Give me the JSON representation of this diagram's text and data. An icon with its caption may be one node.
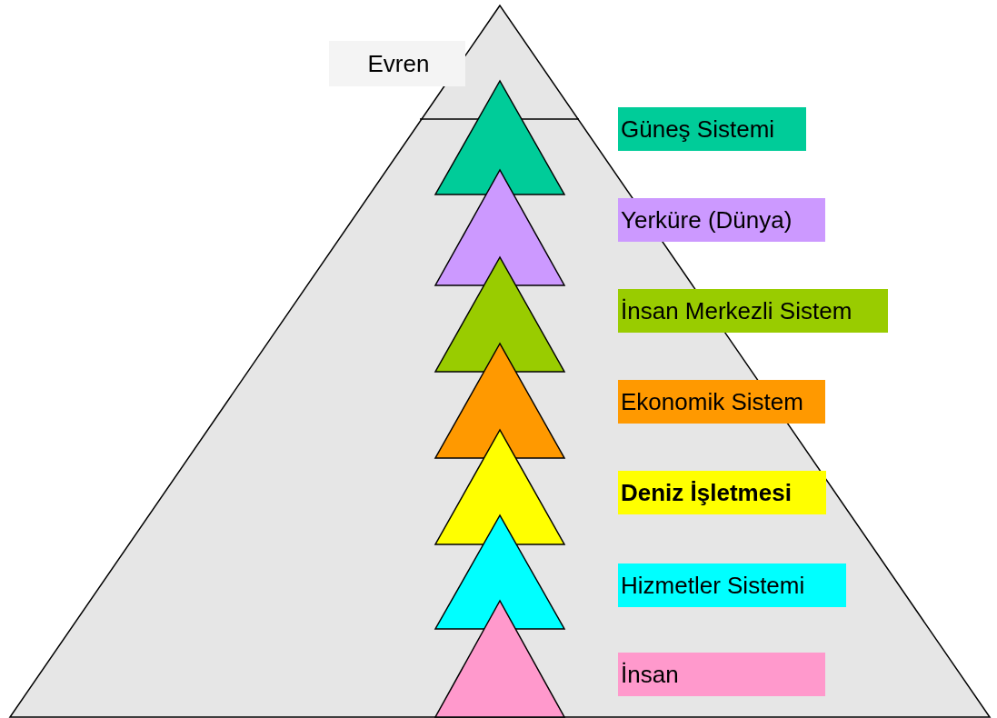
{
  "diagram": {
    "nodes": [
      {
        "text": [
          "Evren"
        ]
      },
      {
        "text": [],
        "shape": "triangle",
        "in": 0
      },
      {
        "text": [
          "Güneş Sistemi"
        ],
        "in": 0
      },
      {
        "text": [],
        "shape": "triangle",
        "in": 0
      },
      {
        "text": [
          "Yerküre (Dünya)"
        ],
        "in": 0
      },
      {
        "text": [],
        "shape": "triangle",
        "in": 0
      },
      {
        "text": [
          "İnsan Merkezli Sistem"
        ],
        "in": 0
      },
      {
        "text": [],
        "shape": "triangle",
        "in": 0
      },
      {
        "text": [
          "Ekonomik Sistem"
        ],
        "in": 0
      },
      {
        "text": [],
        "shape": "triangle",
        "in": 0
      },
      {
        "text": [
          "Deniz İşletmesi"
        ],
        "in": 0
      },
      {
        "text": [],
        "shape": "triangle",
        "in": 0
      },
      {
        "text": [
          "Hizmetler Sistemi"
        ],
        "in": 0
      },
      {
        "text": [],
        "shape": "triangle",
        "in": 0
      },
      {
        "text": [
          "İnsan"
        ],
        "in": 0
      }
    ]
  }
}
